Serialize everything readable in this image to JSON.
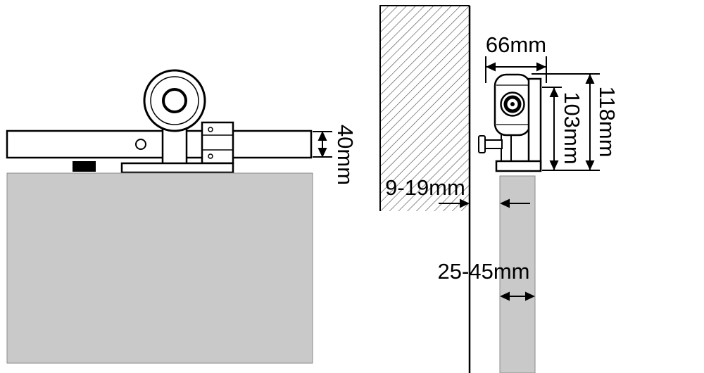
{
  "diagram": {
    "labels": {
      "track_height": "40mm",
      "hanger_offset": "66mm",
      "overall_height": "118mm",
      "center_height": "103mm",
      "wall_clearance": "9-19mm",
      "door_thickness": "25-45mm"
    },
    "colors": {
      "door": "#c9c9c9",
      "line": "#000000",
      "background": "#ffffff"
    }
  }
}
